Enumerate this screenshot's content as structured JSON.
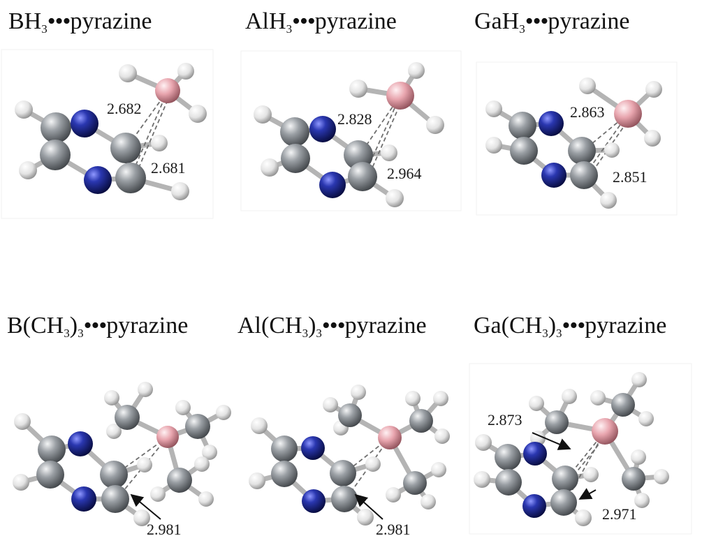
{
  "panels": [
    {
      "id": "p1",
      "formula": {
        "pre": "BH",
        "sub1": "3",
        "mid": "",
        "sub2": ""
      },
      "dots": "•••",
      "suffix": "pyrazine",
      "distances": [
        "2.682",
        "2.681"
      ]
    },
    {
      "id": "p2",
      "formula": {
        "pre": "AlH",
        "sub1": "3",
        "mid": "",
        "sub2": ""
      },
      "dots": "•••",
      "suffix": "pyrazine",
      "distances": [
        "2.828",
        "2.964"
      ]
    },
    {
      "id": "p3",
      "formula": {
        "pre": "GaH",
        "sub1": "3",
        "mid": "",
        "sub2": ""
      },
      "dots": "•••",
      "suffix": "pyrazine",
      "distances": [
        "2.863",
        "2.851"
      ]
    },
    {
      "id": "p4",
      "formula": {
        "pre": "B(CH",
        "sub1": "3",
        "mid": ")",
        "sub2": "3"
      },
      "dots": "•••",
      "suffix": "pyrazine",
      "distances": [
        "2.981"
      ]
    },
    {
      "id": "p5",
      "formula": {
        "pre": "Al(CH",
        "sub1": "3",
        "mid": ")",
        "sub2": "3"
      },
      "dots": "•••",
      "suffix": "pyrazine",
      "distances": [
        "2.981"
      ]
    },
    {
      "id": "p6",
      "formula": {
        "pre": "Ga(CH",
        "sub1": "3",
        "mid": ")",
        "sub2": "3"
      },
      "dots": "•••",
      "suffix": "pyrazine",
      "distances": [
        "2.873",
        "2.971"
      ]
    }
  ],
  "colors": {
    "nitrogen": "#1f2a8a",
    "carbon": "#8a8f94",
    "hydrogen": "#e6e6e6",
    "metal": "#e8a5ae",
    "bond": "#b8b8b8",
    "contact": "#777777"
  }
}
